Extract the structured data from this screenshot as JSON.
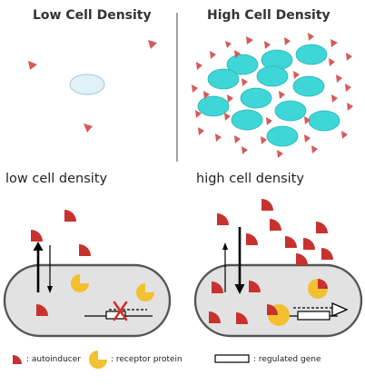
{
  "top_panels": {
    "low_title": "Low Cell Density",
    "high_title": "High Cell Density"
  },
  "bottom_panels": {
    "low_subtitle": "low cell density",
    "high_subtitle": "high cell density"
  },
  "legend": {
    "autoinducer": ": autoinducer",
    "receptor": ": receptor protein",
    "gene": ": regulated gene"
  },
  "colors": {
    "autoinducer_red": "#c8322e",
    "autoinducer_pink": "#d55a58",
    "cell_cyan": "#3ed6d6",
    "cell_pale": "#dff2f8",
    "receptor_yellow": "#f2c030",
    "bacterium_fill": "#e2e2e2",
    "bacterium_outline": "#555555",
    "repression_cross": "#d0312d"
  }
}
